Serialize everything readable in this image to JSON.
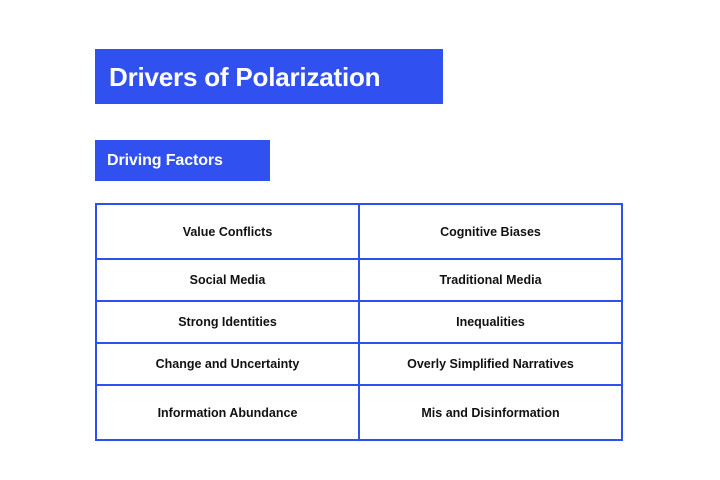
{
  "slide": {
    "background_color": "#ffffff",
    "accent_color": "#3050f0",
    "border_color": "#2f50f0",
    "text_color": "#111111"
  },
  "title": {
    "text": "Drivers of Polarization"
  },
  "subtitle": {
    "text": "Driving Factors"
  },
  "table": {
    "rows": [
      {
        "left": "Value Conflicts",
        "right": "Cognitive Biases"
      },
      {
        "left": "Social Media",
        "right": "Traditional Media"
      },
      {
        "left": "Strong Identities",
        "right": "Inequalities"
      },
      {
        "left": "Change and Uncertainty",
        "right": "Overly Simplified Narratives"
      },
      {
        "left": "Information Abundance",
        "right": "Mis and Disinformation"
      }
    ]
  }
}
